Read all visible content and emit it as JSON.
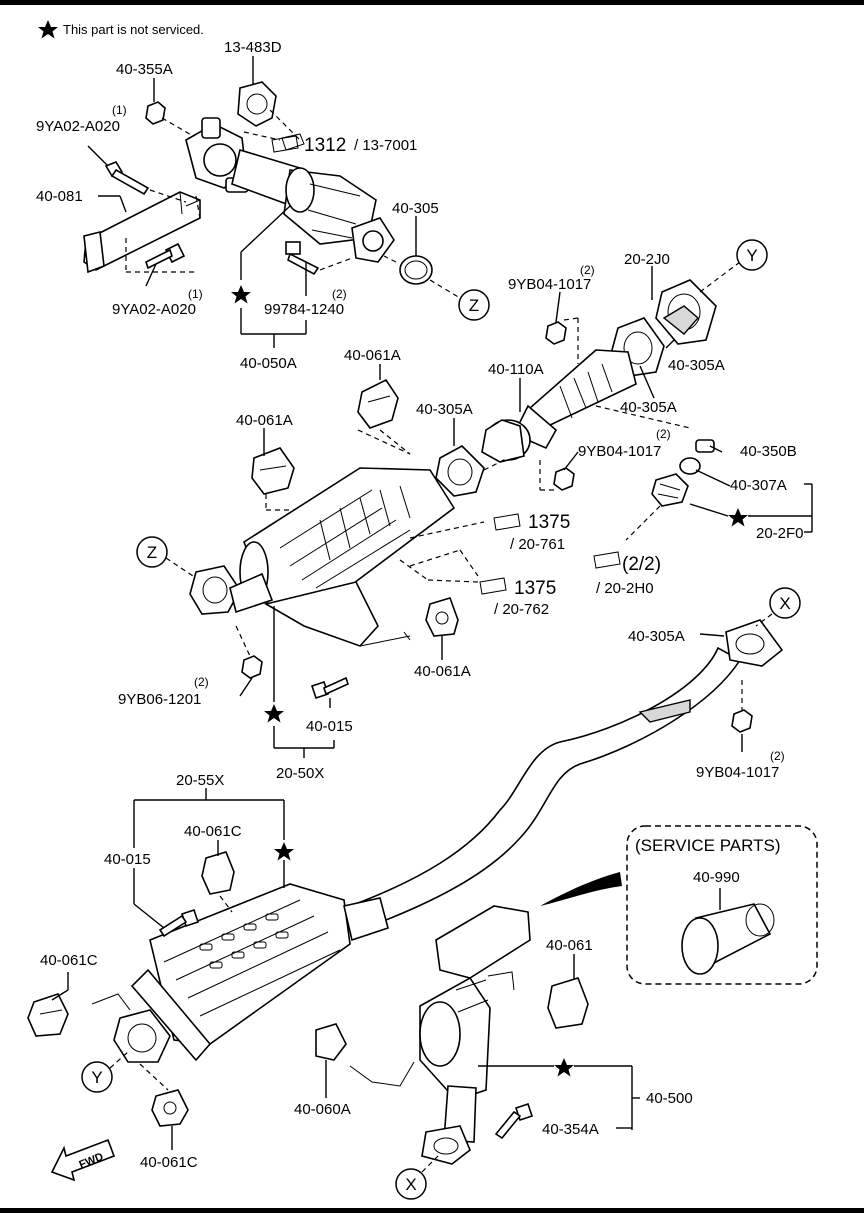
{
  "legend": {
    "text": "This part is not serviced."
  },
  "service_parts": {
    "title": "(SERVICE PARTS)",
    "part": "40-990"
  },
  "labels": {
    "p40_355A": "40-355A",
    "p13_483D": "13-483D",
    "p9YA02_A020_top": "9YA02-A020",
    "p9YA02_A020_top_qty": "(1)",
    "p40_081": "40-081",
    "ref1312": "1312",
    "ref1312_sub": "/ 13-7001",
    "p40_305": "40-305",
    "p9YA02_A020_bot": "9YA02-A020",
    "p9YA02_A020_bot_qty": "(1)",
    "p99784_1240": "99784-1240",
    "p99784_1240_qty": "(2)",
    "p40_050A": "40-050A",
    "p20_2J0": "20-2J0",
    "p9YB04_1017_a": "9YB04-1017",
    "p9YB04_1017_a_qty": "(2)",
    "p40_305A_r": "40-305A",
    "p40_061A_top": "40-061A",
    "p40_110A": "40-110A",
    "p40_305A_mid": "40-305A",
    "p40_305A_right2": "40-305A",
    "p40_061A_left": "40-061A",
    "p9YB04_1017_b": "9YB04-1017",
    "p9YB04_1017_b_qty": "(2)",
    "p40_350B": "40-350B",
    "p40_307A": "40-307A",
    "p20_2F0": "20-2F0",
    "ref1375a": "1375",
    "ref1375a_sub": "/ 20-761",
    "ref1375b": "1375",
    "ref1375b_sub": "/ 20-762",
    "ref22": "(2/2)",
    "ref22_sub": "/ 20-2H0",
    "p9YB06_1201": "9YB06-1201",
    "p9YB06_1201_qty": "(2)",
    "p40_015_a": "40-015",
    "p40_061A_bot": "40-061A",
    "p20_50X": "20-50X",
    "p40_305A_x": "40-305A",
    "p9YB04_1017_c": "9YB04-1017",
    "p9YB04_1017_c_qty": "(2)",
    "p20_55X": "20-55X",
    "p40_061C_top": "40-061C",
    "p40_015_b": "40-015",
    "p40_061C_left": "40-061C",
    "p40_061": "40-061",
    "p40_060A": "40-060A",
    "p40_500": "40-500",
    "p40_354A": "40-354A",
    "p40_061C_bot": "40-061C",
    "fwd": "FWD"
  },
  "callouts": {
    "Y": "Y",
    "Z": "Z",
    "X": "X"
  }
}
